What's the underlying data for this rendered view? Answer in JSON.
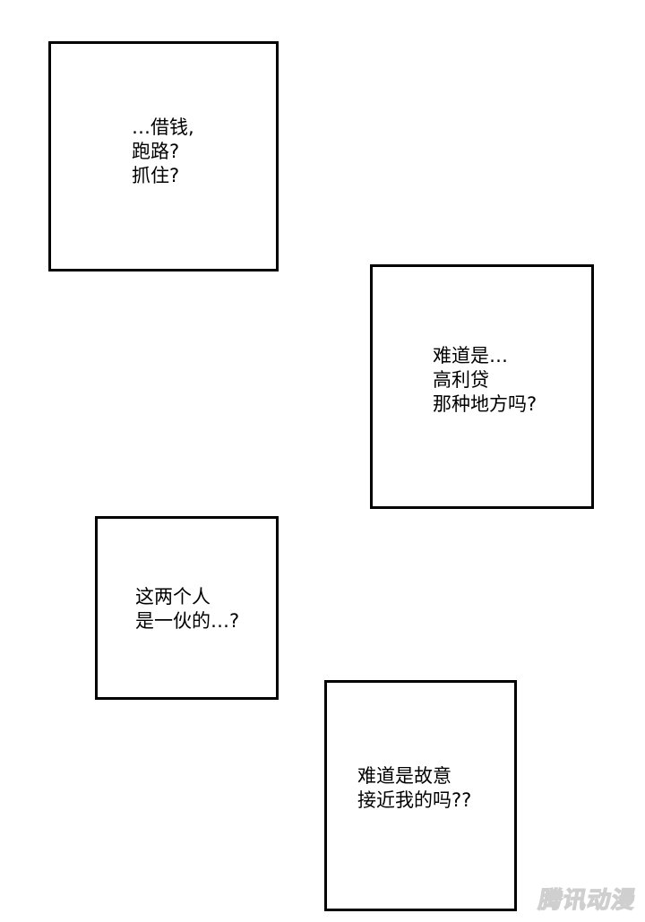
{
  "panels": [
    {
      "lines": [
        "…借钱,",
        "跑路?",
        "抓住?"
      ]
    },
    {
      "lines": [
        "难道是…",
        "高利贷",
        "那种地方吗?"
      ]
    },
    {
      "lines": [
        "这两个人",
        "是一伙的…?"
      ]
    },
    {
      "lines": [
        "难道是故意",
        "接近我的吗??"
      ]
    }
  ],
  "watermark": "腾讯动漫"
}
